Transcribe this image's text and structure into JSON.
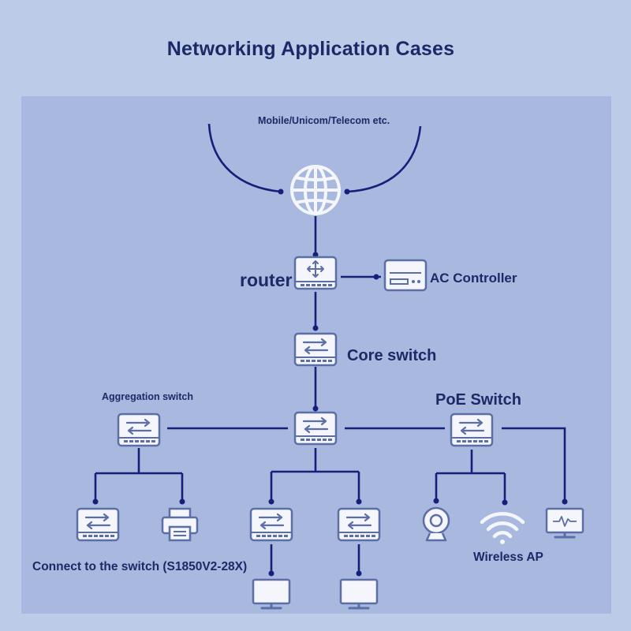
{
  "title": "Networking Application Cases",
  "labels": {
    "isp": "Mobile/Unicom/Telecom etc.",
    "router": "router",
    "ac_controller": "AC Controller",
    "core_switch": "Core switch",
    "aggregation_switch": "Aggregation switch",
    "poe_switch": "PoE Switch",
    "connect_switch": "Connect to the switch (S1850V2-28X)",
    "wireless_ap": "Wireless AP"
  },
  "colors": {
    "background": "#bccbe8",
    "panel": "#a8b8de",
    "line": "#14207a",
    "text": "#1b2a66",
    "icon_fill": "#f4f6fb",
    "icon_stroke": "#5b6ea6"
  },
  "icons": {
    "internet": "globe-icon",
    "router": "router-icon",
    "ac_controller": "ac-controller-icon",
    "switch": "switch-icon",
    "printer": "printer-icon",
    "camera": "camera-icon",
    "wireless": "wifi-icon",
    "monitor": "monitor-icon"
  }
}
